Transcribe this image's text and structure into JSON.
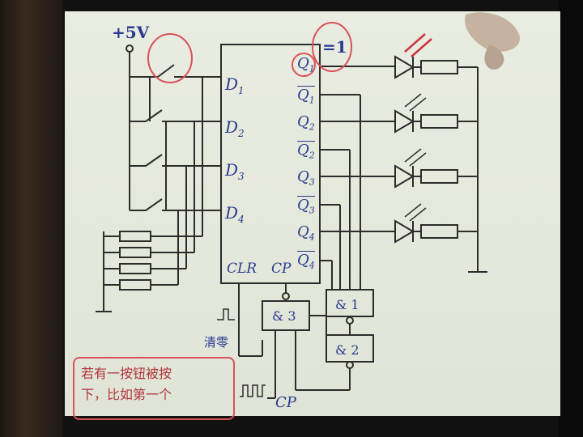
{
  "supply_label": "+5V",
  "highlight_label": "=1",
  "inputs": [
    {
      "label": "D",
      "sub": "1"
    },
    {
      "label": "D",
      "sub": "2"
    },
    {
      "label": "D",
      "sub": "3"
    },
    {
      "label": "D",
      "sub": "4"
    }
  ],
  "outputs": [
    {
      "label": "Q",
      "sub": "1",
      "inverted": false
    },
    {
      "label": "Q",
      "sub": "1",
      "inverted": true
    },
    {
      "label": "Q",
      "sub": "2",
      "inverted": false
    },
    {
      "label": "Q",
      "sub": "2",
      "inverted": true
    },
    {
      "label": "Q",
      "sub": "3",
      "inverted": false
    },
    {
      "label": "Q",
      "sub": "3",
      "inverted": true
    },
    {
      "label": "Q",
      "sub": "4",
      "inverted": false
    },
    {
      "label": "Q",
      "sub": "4",
      "inverted": true
    }
  ],
  "clr_label": "CLR",
  "cp_label": "CP",
  "gates": [
    "& 3",
    "& 1",
    "& 2"
  ],
  "clear_label": "清零",
  "clock_label": "CP",
  "note_lines": [
    "若有一按钮被按",
    "下，比如第一个"
  ],
  "colors": {
    "ink": "#2a3a92",
    "line": "#2c2c2c",
    "annotation": "#d9515a"
  }
}
